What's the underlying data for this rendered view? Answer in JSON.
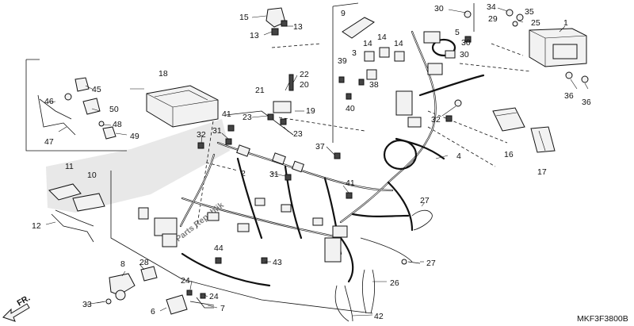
{
  "diagram": {
    "part_code": "MKF3F3800B",
    "direction_label": "FR.",
    "watermark": "Parts Republik",
    "callouts": [
      {
        "id": "c1",
        "label": "1"
      },
      {
        "id": "c2",
        "label": "2"
      },
      {
        "id": "c3",
        "label": "3"
      },
      {
        "id": "c4",
        "label": "4"
      },
      {
        "id": "c5",
        "label": "5"
      },
      {
        "id": "c6",
        "label": "6"
      },
      {
        "id": "c7",
        "label": "7"
      },
      {
        "id": "c8",
        "label": "8"
      },
      {
        "id": "c9",
        "label": "9"
      },
      {
        "id": "c10",
        "label": "10"
      },
      {
        "id": "c11",
        "label": "11"
      },
      {
        "id": "c12",
        "label": "12"
      },
      {
        "id": "c13a",
        "label": "13"
      },
      {
        "id": "c13b",
        "label": "13"
      },
      {
        "id": "c14a",
        "label": "14"
      },
      {
        "id": "c14b",
        "label": "14"
      },
      {
        "id": "c14c",
        "label": "14"
      },
      {
        "id": "c15",
        "label": "15"
      },
      {
        "id": "c16",
        "label": "16"
      },
      {
        "id": "c17",
        "label": "17"
      },
      {
        "id": "c18",
        "label": "18"
      },
      {
        "id": "c19",
        "label": "19"
      },
      {
        "id": "c20",
        "label": "20"
      },
      {
        "id": "c21",
        "label": "21"
      },
      {
        "id": "c22",
        "label": "22"
      },
      {
        "id": "c23a",
        "label": "23"
      },
      {
        "id": "c23b",
        "label": "23"
      },
      {
        "id": "c24a",
        "label": "24"
      },
      {
        "id": "c24b",
        "label": "24"
      },
      {
        "id": "c25",
        "label": "25"
      },
      {
        "id": "c26",
        "label": "26"
      },
      {
        "id": "c27a",
        "label": "27"
      },
      {
        "id": "c27b",
        "label": "27"
      },
      {
        "id": "c28",
        "label": "28"
      },
      {
        "id": "c29",
        "label": "29"
      },
      {
        "id": "c30a",
        "label": "30"
      },
      {
        "id": "c30b",
        "label": "30"
      },
      {
        "id": "c30c",
        "label": "30"
      },
      {
        "id": "c31a",
        "label": "31"
      },
      {
        "id": "c31b",
        "label": "31"
      },
      {
        "id": "c32a",
        "label": "32"
      },
      {
        "id": "c32b",
        "label": "32"
      },
      {
        "id": "c33",
        "label": "33"
      },
      {
        "id": "c34",
        "label": "34"
      },
      {
        "id": "c35",
        "label": "35"
      },
      {
        "id": "c36a",
        "label": "36"
      },
      {
        "id": "c36b",
        "label": "36"
      },
      {
        "id": "c37",
        "label": "37"
      },
      {
        "id": "c38",
        "label": "38"
      },
      {
        "id": "c39",
        "label": "39"
      },
      {
        "id": "c40",
        "label": "40"
      },
      {
        "id": "c41a",
        "label": "41"
      },
      {
        "id": "c41b",
        "label": "41"
      },
      {
        "id": "c42",
        "label": "42"
      },
      {
        "id": "c43",
        "label": "43"
      },
      {
        "id": "c44",
        "label": "44"
      },
      {
        "id": "c45",
        "label": "45"
      },
      {
        "id": "c46",
        "label": "46"
      },
      {
        "id": "c47",
        "label": "47"
      },
      {
        "id": "c48",
        "label": "48"
      },
      {
        "id": "c49",
        "label": "49"
      },
      {
        "id": "c50",
        "label": "50"
      }
    ]
  }
}
